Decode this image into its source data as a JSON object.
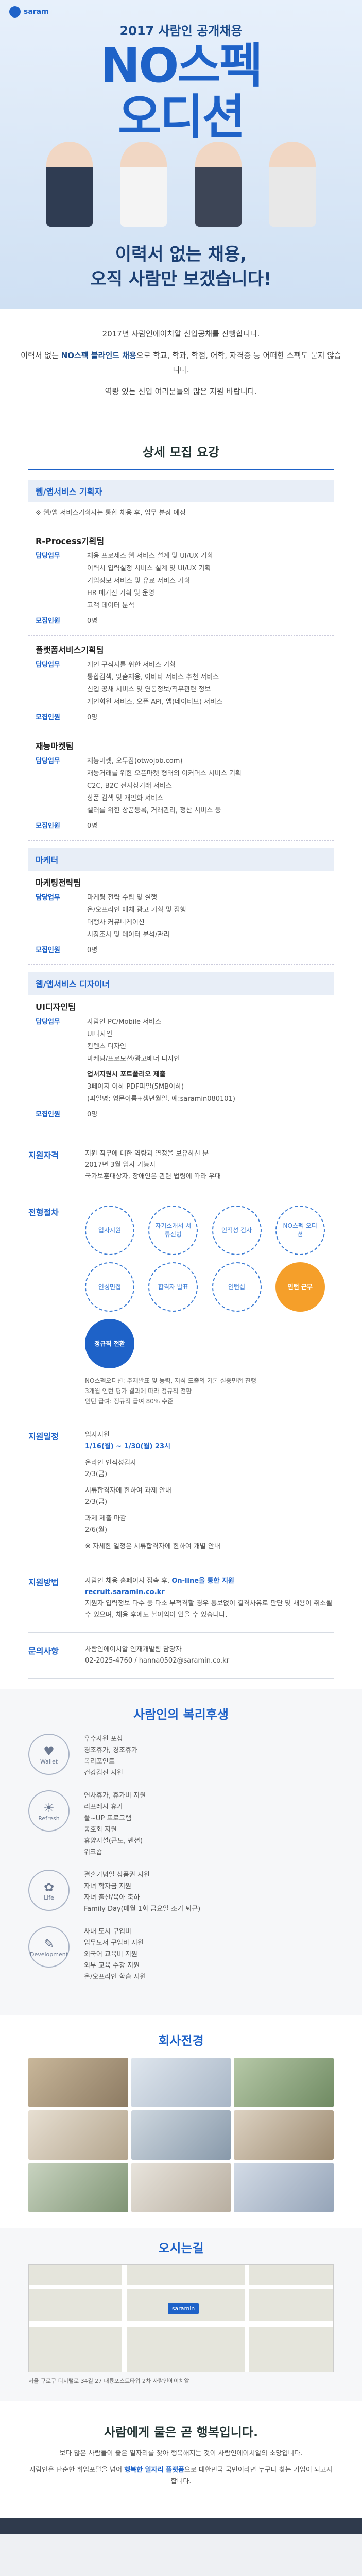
{
  "hero": {
    "logo": "saram",
    "subtitle": "2017 사람인 공개채용",
    "title_1": "NO스펙",
    "title_2": "오디션",
    "tagline_1": "이력서 없는 채용,",
    "tagline_2": "오직 사람만 보겠습니다!"
  },
  "intro": {
    "p1": "2017년 사람인에이치알 신입공채를 진행합니다.",
    "p2a": "이력서 없는",
    "p2b": "NO스펙 블라인드 채용",
    "p2c": "으로 학교, 학과, 학점, 어학, 자격증 등 어떠한 스펙도 묻지 않습니다.",
    "p3": "역량 있는 신입 여러분들의 많은 지원 바랍니다."
  },
  "recruit": {
    "title": "상세 모집 요강",
    "categories": [
      {
        "name": "웹/앱서비스 기획자",
        "note": "※ 웹/앱 서비스기획자는 통합 채용 후, 업무 분장 예정",
        "jobs": [
          {
            "title": "R-Process기획팀",
            "duty_label": "담당업무",
            "duties": [
              "채용 프로세스 웹 서비스 설계 및 UI/UX 기획",
              "이력서 입력설정 서비스 설계 및 UI/UX 기획",
              "기업정보 서비스 및 유료 서비스 기획",
              "HR 매거진 기획 및 운영",
              "고객 데이터 분석"
            ],
            "place_label": "모집인원",
            "place": "0명"
          },
          {
            "title": "플랫폼서비스기획팀",
            "duty_label": "담당업무",
            "duties": [
              "개인 구직자를 위한 서비스 기획",
              "통합검색, 맞춤채용, 아바타 서비스 추천 서비스",
              "신입 공채 서비스 및 연봉정보/직무관련 정보",
              "개인회원 서비스, 오픈 API, 앱(네이티브) 서비스"
            ],
            "place_label": "모집인원",
            "place": "0명"
          },
          {
            "title": "재능마켓팀",
            "duty_label": "담당업무",
            "duties": [
              "재능마켓, 오투잡(otwojob.com)",
              "재능거래를 위한 오픈마켓 형태의 이커머스 서비스 기획",
              "C2C, B2C 전자상거래 서비스",
              "상품 검색 및 개인화 서비스",
              "셀러를 위한 상품등록, 거래관리, 정산 서비스 등"
            ],
            "place_label": "모집인원",
            "place": "0명"
          }
        ]
      },
      {
        "name": "마케터",
        "jobs": [
          {
            "title": "마케팅전략팀",
            "duty_label": "담당업무",
            "duties": [
              "마케팅 전략 수립 및 실행",
              "온/오프라인 매체 광고 기획 및 집행",
              "대행사 커뮤니케이션",
              "시장조사 및 데이터 분석/관리"
            ],
            "place_label": "모집인원",
            "place": "0명"
          }
        ]
      },
      {
        "name": "웹/앱서비스 디자이너",
        "jobs": [
          {
            "title": "UI디자인팀",
            "duty_label": "담당업무",
            "duties": [
              "사람인 PC/Mobile 서비스",
              "UI디자인",
              "컨텐츠 디자인",
              "마케팅/프로모션/광고배너 디자인"
            ],
            "extra_title": "업서지원시 포트폴리오 제출",
            "extras": [
              "3페이지 이하 PDF파일(5MB이하)",
              "(파일명: 영문이름+생년월일, 예:saramin080101)"
            ],
            "place_label": "모집인원",
            "place": "0명"
          }
        ]
      }
    ]
  },
  "qualify": {
    "label": "지원자격",
    "lines": [
      "지원 직무에 대한 역량과 열정을 보유하신 분",
      "2017년 3월 입사 가능자",
      "국가보훈대상자, 장애인은 관련 법령에 따라 우대"
    ]
  },
  "process": {
    "label": "전형절차",
    "steps": [
      "입사지원",
      "자기소개서 서류전형",
      "인적성 검사",
      "NO스펙 오디션",
      "인성면접",
      "합격자 발표",
      "인턴십",
      "인턴 근무",
      "정규직 전환"
    ],
    "notes": [
      "NO스펙오디션: 주제발표 및 능력, 지식 도출의 기본 실증면접 진행",
      "3개월 인턴 평가 결과에 따라 정규직 전환",
      "인턴 급여: 정규직 급여 80% 수준"
    ]
  },
  "schedule": {
    "label": "지원일정",
    "items": [
      {
        "title": "입사지원",
        "value": "1/16(월) ~ 1/30(월) 23시"
      },
      {
        "title": "온라인 인적성검사",
        "value": "2/3(금)"
      },
      {
        "title": "서류합격자에 한하여 과제 안내",
        "value": "2/3(금)"
      },
      {
        "title": "과제 제출 마감",
        "value": "2/6(월)"
      }
    ],
    "note": "※ 자세한 일정은 서류합격자에 한하여 개별 안내"
  },
  "apply": {
    "label": "지원방법",
    "lines_a": "사람인 채용 홈페이지 접속 후,",
    "lines_b": "On-line을 통한 지원",
    "lines_c": "recruit.saramin.co.kr",
    "lines_d": "지원자 입력정보 다수 등 다소 부적격할 경우 통보없이 결격사유로 판단 및 채용이 취소될 수 있으며, 채용 후에도 불이익이 있을 수 있습니다."
  },
  "contact": {
    "label": "문의사항",
    "line1": "사람인에이치알 인재개발팀 담당자",
    "line2": "02-2025-4760 / hanna0502@saramin.co.kr"
  },
  "welfare": {
    "title": "사람인의 복리후생",
    "groups": [
      {
        "icon": "♥",
        "name": "Wallet",
        "items": [
          "우수사원 포상",
          "경조휴가, 경조휴가",
          "복리포인트",
          "건강검진 지원"
        ]
      },
      {
        "icon": "☀",
        "name": "Refresh",
        "items": [
          "연차휴가, 휴가비 지원",
          "리프레시 휴가",
          "풀~UP 프로그램",
          "동호회 지원",
          "휴양시설(콘도, 펜션)",
          "워크숍"
        ]
      },
      {
        "icon": "✿",
        "name": "Life",
        "items": [
          "결혼기념일 상품권 지원",
          "자녀 학자금 지원",
          "자녀 출산/육아 축하",
          "Family Day(매월 1회 금요일 조기 퇴근)"
        ]
      },
      {
        "icon": "✎",
        "name": "Development",
        "items": [
          "사내 도서 구입비",
          "업무도서 구입비 지원",
          "외국어 교육비 지원",
          "외부 교육 수강 지원",
          "온/오프라인 학습 지원"
        ]
      }
    ]
  },
  "office": {
    "title": "회사전경"
  },
  "map": {
    "title": "오시는길",
    "pin": "saramin",
    "address": "서울 구로구 디지털로 34길 27 대륭포스트타워 2차 사람인에이치알"
  },
  "closing": {
    "title": "사람에게 물은 곧 행복입니다.",
    "p1": "보다 많은 사람들이 좋은 일자리를 찾아 행복해지는 것이 사람인에이치알의 소망입니다.",
    "p2a": "사람인은 단순한 취업포털을 넘어",
    "p2b": "행복한 일자리 플랫폼",
    "p2c": "으로 대한민국 국민이라면 누구나 찾는 기업이 되고자 합니다."
  }
}
